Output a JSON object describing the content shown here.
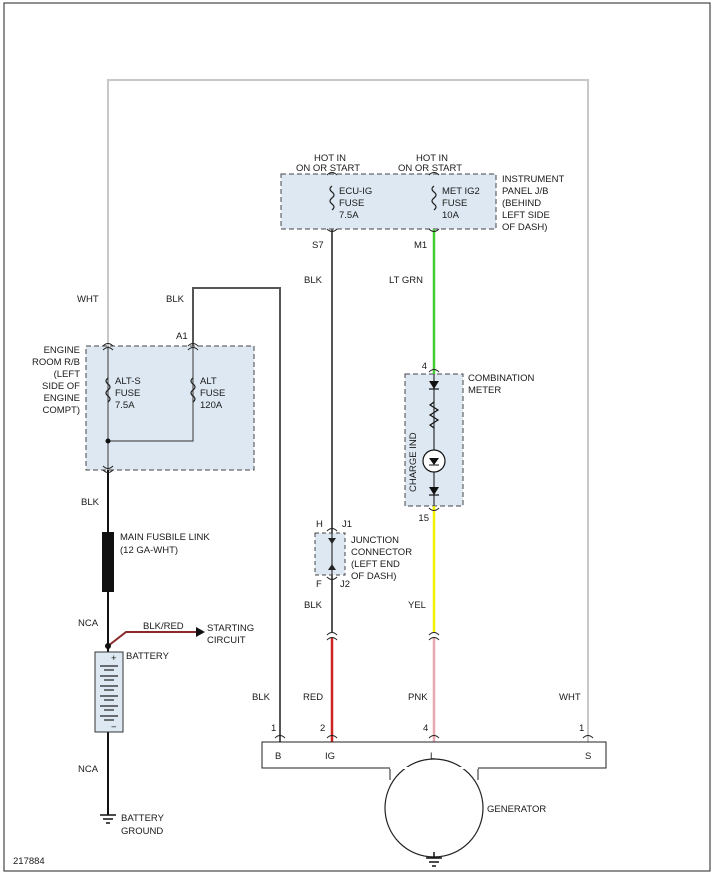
{
  "diagram_id": "217884",
  "panel_jb": {
    "hot_label_1": [
      "HOT IN",
      "ON OR START"
    ],
    "hot_label_2": [
      "HOT IN",
      "ON OR START"
    ],
    "name": [
      "INSTRUMENT",
      "PANEL J/B",
      "(BEHIND",
      "LEFT SIDE",
      "OF DASH)"
    ],
    "fuse_ecu": [
      "ECU-IG",
      "FUSE",
      "7.5A"
    ],
    "fuse_met": [
      "MET IG2",
      "FUSE",
      "10A"
    ],
    "pin_s7": "S7",
    "pin_m1": "M1"
  },
  "engine_rb": {
    "name": [
      "ENGINE",
      "ROOM R/B",
      "(LEFT",
      "SIDE OF",
      "ENGINE",
      "COMPT)"
    ],
    "fuse_alts": [
      "ALT-S",
      "FUSE",
      "7.5A"
    ],
    "fuse_alt": [
      "ALT",
      "FUSE",
      "120A"
    ],
    "pin_a1": "A1"
  },
  "wires": {
    "wht_left": "WHT",
    "blk_top": "BLK",
    "blk_ecu": "BLK",
    "lt_grn": "LT GRN",
    "blk_rb": "BLK",
    "nca_top": "NCA",
    "blk_red": "BLK/RED",
    "blk_junction": "BLK",
    "yel": "YEL",
    "blk_b": "BLK",
    "red": "RED",
    "pnk": "PNK",
    "wht_right": "WHT",
    "nca_bottom": "NCA"
  },
  "fusible_link": [
    "MAIN FUSBILE LINK",
    "(12 GA-WHT)"
  ],
  "starting_circuit": [
    "STARTING",
    "CIRCUIT"
  ],
  "battery": {
    "label": "BATTERY",
    "plus": "+",
    "minus": "−"
  },
  "battery_ground": [
    "BATTERY",
    "GROUND"
  ],
  "combination_meter": {
    "name": [
      "COMBINATION",
      "METER"
    ],
    "charge_ind": "CHARGE IND",
    "pin_4": "4",
    "pin_15": "15"
  },
  "junction": {
    "name": [
      "JUNCTION",
      "CONNECTOR",
      "(LEFT END",
      "OF DASH)"
    ],
    "pin_h": "H",
    "pin_j1": "J1",
    "pin_f": "F",
    "pin_j2": "J2"
  },
  "generator": {
    "name": "GENERATOR",
    "terminals": [
      "B",
      "IG",
      "L",
      "S"
    ],
    "pins": [
      "1",
      "2",
      "4",
      "1"
    ]
  },
  "colors": {
    "box_fill": "#dde8f2",
    "wire_gray": "#c8c8c8",
    "wire_dark": "#555555",
    "wire_black": "#111111",
    "lt_grn": "#44cc33",
    "red": "#cc2222",
    "yel": "#f0f000",
    "pnk": "#e8a8b0",
    "blk_red": "#8a2a2a"
  }
}
